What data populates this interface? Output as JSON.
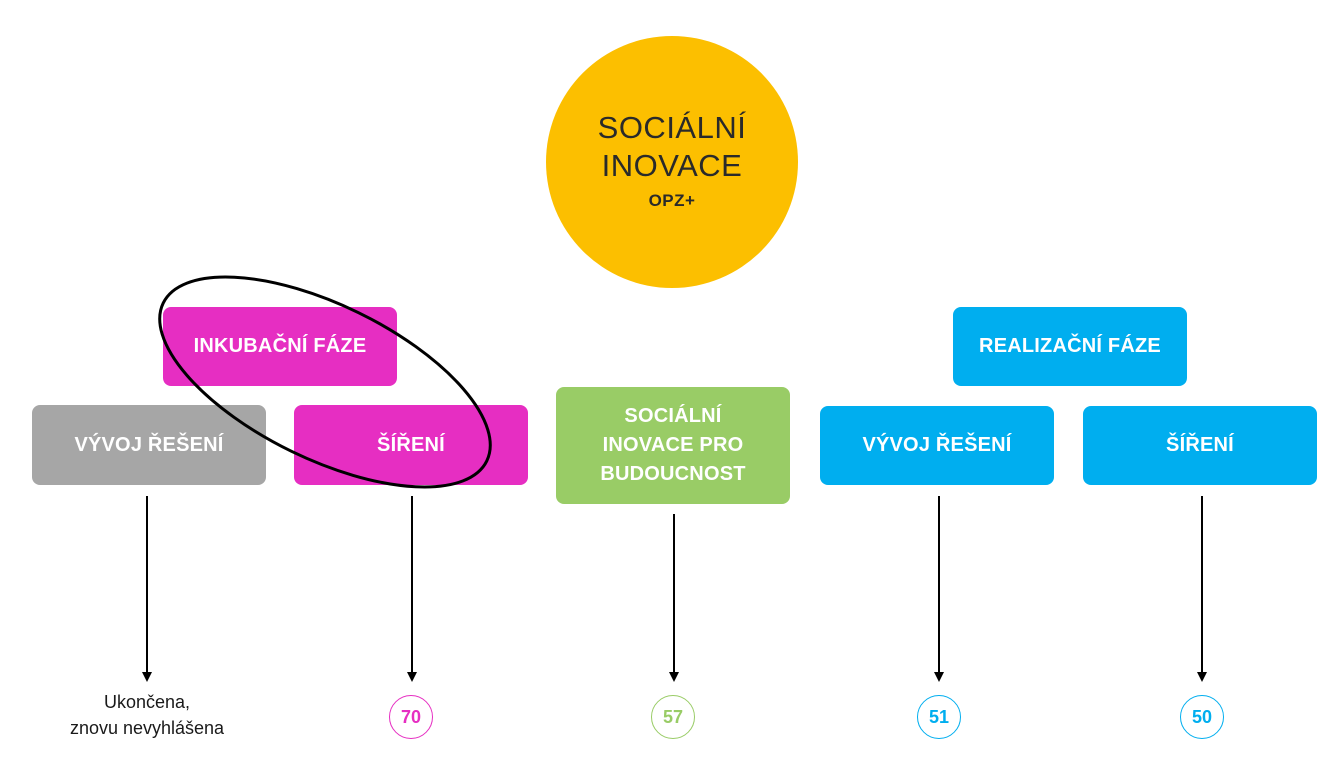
{
  "colors": {
    "yellow": "#FCBF00",
    "magenta": "#E62EC2",
    "gray": "#A6A6A6",
    "green": "#99CC66",
    "blue": "#00AEEF"
  },
  "main": {
    "line1": "SOCIÁLNÍ",
    "line2": "INOVACE",
    "line3": "OPZ+"
  },
  "boxes": {
    "incubation_phase": "INKUBAČNÍ FÁZE",
    "realization_phase": "REALIZAČNÍ FÁZE",
    "inc_development": "VÝVOJ ŘEŠENÍ",
    "inc_dissemination": "ŠÍŘENÍ",
    "future_line1": "SOCIÁLNÍ",
    "future_line2": "INOVACE PRO",
    "future_line3": "BUDOUCNOST",
    "real_development": "VÝVOJ ŘEŠENÍ",
    "real_dissemination": "ŠÍŘENÍ"
  },
  "outcomes": {
    "inc_development_line1": "Ukončena,",
    "inc_development_line2": "znovu nevyhlášena",
    "inc_dissemination_count": "70",
    "future_count": "57",
    "real_development_count": "51",
    "real_dissemination_count": "50"
  }
}
